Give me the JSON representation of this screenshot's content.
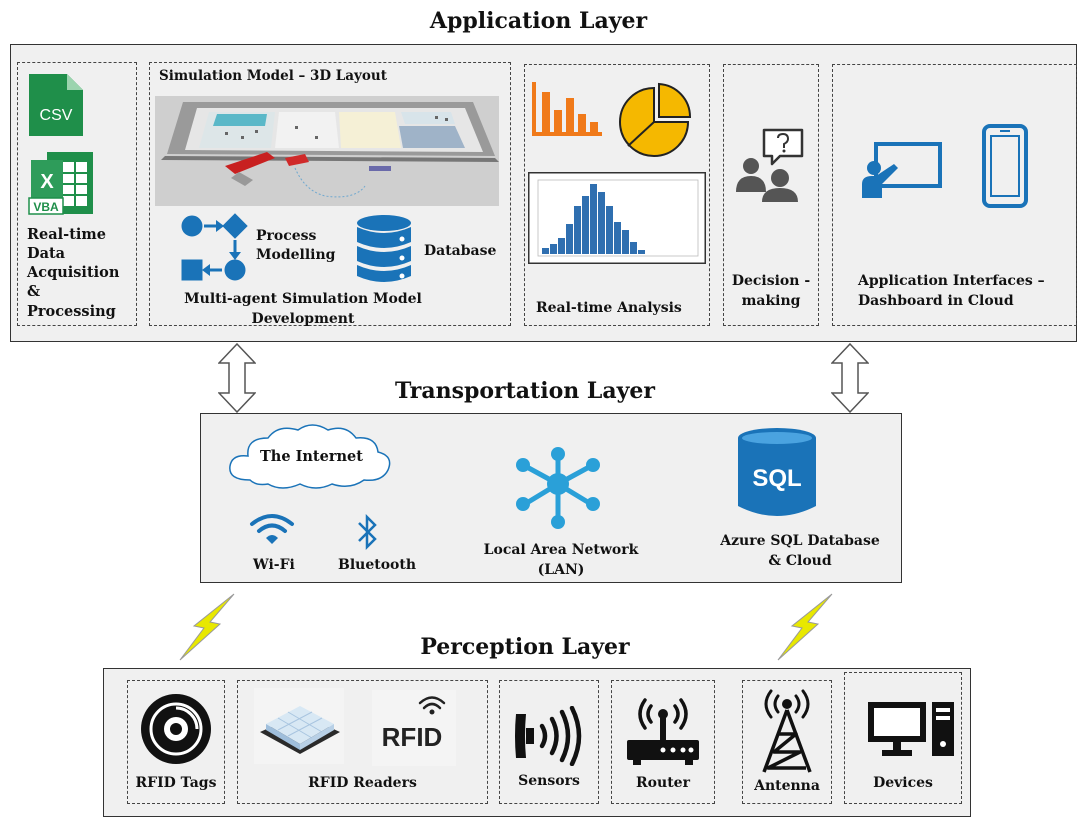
{
  "application_layer": {
    "title": "Application Layer",
    "data_acquisition": {
      "csv_text": "CSV",
      "excel_letter": "X",
      "vba_text": "VBA",
      "label": "Real-time Data Acquisition & Processing"
    },
    "simulation": {
      "title": "Simulation Model – 3D Layout",
      "process_label": "Process Modelling",
      "database_label": "Database",
      "dev_label": "Multi-agent Simulation Model Development"
    },
    "analysis": {
      "label": "Real-time Analysis"
    },
    "decision": {
      "label": "Decision -making"
    },
    "interfaces": {
      "label": "Application Interfaces – Dashboard in Cloud"
    }
  },
  "transportation_layer": {
    "title": "Transportation Layer",
    "internet_label": "The Internet",
    "wifi_label": "Wi-Fi",
    "bluetooth_label": "Bluetooth",
    "lan_label": "Local Area Network (LAN)",
    "sql_icon_text": "SQL",
    "azure_label": "Azure SQL Database & Cloud"
  },
  "perception_layer": {
    "title": "Perception Layer",
    "rfid_tags_label": "RFID Tags",
    "rfid_readers_label": "RFID Readers",
    "rfid_logo_text": "RFID",
    "sensors_label": "Sensors",
    "router_label": "Router",
    "antenna_label": "Antenna",
    "devices_label": "Devices"
  },
  "colors": {
    "blue": "#1a73b8",
    "orange": "#f07a1a",
    "yellow": "#f5b800",
    "green": "#1f8f4a",
    "bolt": "#e8e800"
  }
}
